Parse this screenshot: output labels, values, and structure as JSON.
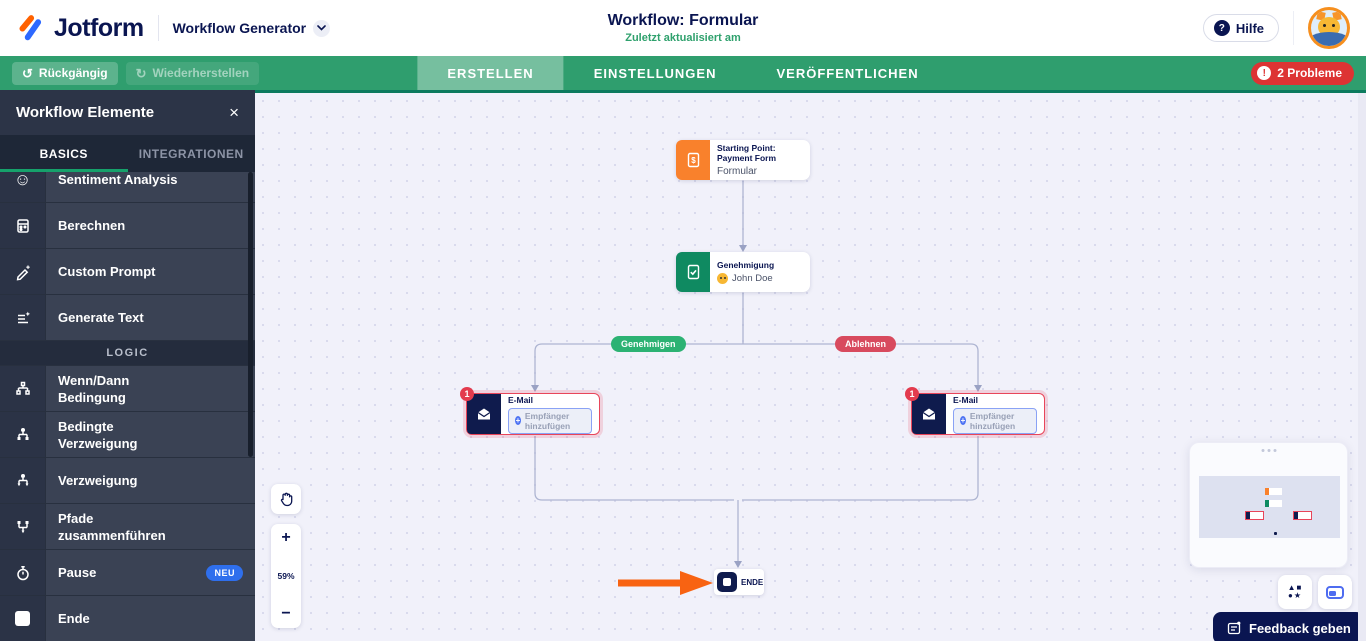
{
  "colors": {
    "brand_navy": "#0a1551",
    "toolbar_green": "#2f9e6e",
    "toolbar_divider_green": "#0c7b5e",
    "problem_red": "#dd3333",
    "start_node_orange": "#f9812c",
    "approval_node_green": "#0f8a61",
    "email_node_navy": "#0f1b4d",
    "error_border_red": "#e8455a",
    "approve_pill_green": "#2cb273",
    "reject_pill_red": "#d84a5e",
    "neu_badge_blue": "#2f6fed",
    "annotation_arrow_orange": "#f86312"
  },
  "icons": {
    "undo": "↺",
    "redo": "↻",
    "close": "×",
    "question": "?",
    "exclamation": "!",
    "smiley": "☺",
    "shapes_row1": "▲■",
    "shapes_row2": "●★"
  },
  "header": {
    "logo_text": "Jotform",
    "product_label": "Workflow Generator",
    "title": "Workflow: Formular",
    "subtitle": "Zuletzt aktualisiert am",
    "help_label": "Hilfe"
  },
  "toolbar": {
    "undo_label": "Rückgängig",
    "redo_label": "Wiederherstellen",
    "tabs": [
      {
        "label": "ERSTELLEN",
        "active": true
      },
      {
        "label": "EINSTELLUNGEN",
        "active": false
      },
      {
        "label": "VERÖFFENTLICHEN",
        "active": false
      }
    ],
    "problems_label": "2 Probleme"
  },
  "sidebar": {
    "title": "Workflow Elemente",
    "tabs": [
      {
        "label": "BASICS",
        "active": true
      },
      {
        "label": "INTEGRATIONEN",
        "active": false
      }
    ],
    "items": [
      {
        "label": "Sentiment Analysis",
        "icon": "smiley-icon"
      },
      {
        "label": "Berechnen",
        "icon": "calculator-icon"
      },
      {
        "label": "Custom Prompt",
        "icon": "magic-pencil-icon"
      },
      {
        "label": "Generate Text",
        "icon": "generate-text-icon"
      },
      {
        "section": "LOGIC"
      },
      {
        "label": "Wenn/Dann Bedingung",
        "icon": "if-then-icon"
      },
      {
        "label": "Bedingte Verzweigung",
        "icon": "conditional-split-icon"
      },
      {
        "label": "Verzweigung",
        "icon": "split-icon"
      },
      {
        "label": "Pfade zusammenführen",
        "icon": "merge-paths-icon"
      },
      {
        "label": "Pause",
        "icon": "stopwatch-icon",
        "badge": "NEU"
      },
      {
        "label": "Ende",
        "icon": "end-square-icon"
      }
    ]
  },
  "canvas": {
    "zoom": {
      "plus_label": "+",
      "level": "59%",
      "minus_label": "−"
    },
    "nodes": {
      "start": {
        "title": "Starting Point: Payment Form",
        "subtitle": "Formular"
      },
      "approval": {
        "title": "Genehmigung",
        "assignee": "John Doe"
      },
      "email_left": {
        "title": "E-Mail",
        "button_label": "Empfänger hinzufügen",
        "error_count": "1"
      },
      "email_right": {
        "title": "E-Mail",
        "button_label": "Empfänger hinzufügen",
        "error_count": "1"
      },
      "end": {
        "label": "ENDE"
      }
    },
    "edges": {
      "approve_label": "Genehmigen",
      "reject_label": "Ablehnen"
    },
    "feedback_label": "Feedback geben"
  }
}
